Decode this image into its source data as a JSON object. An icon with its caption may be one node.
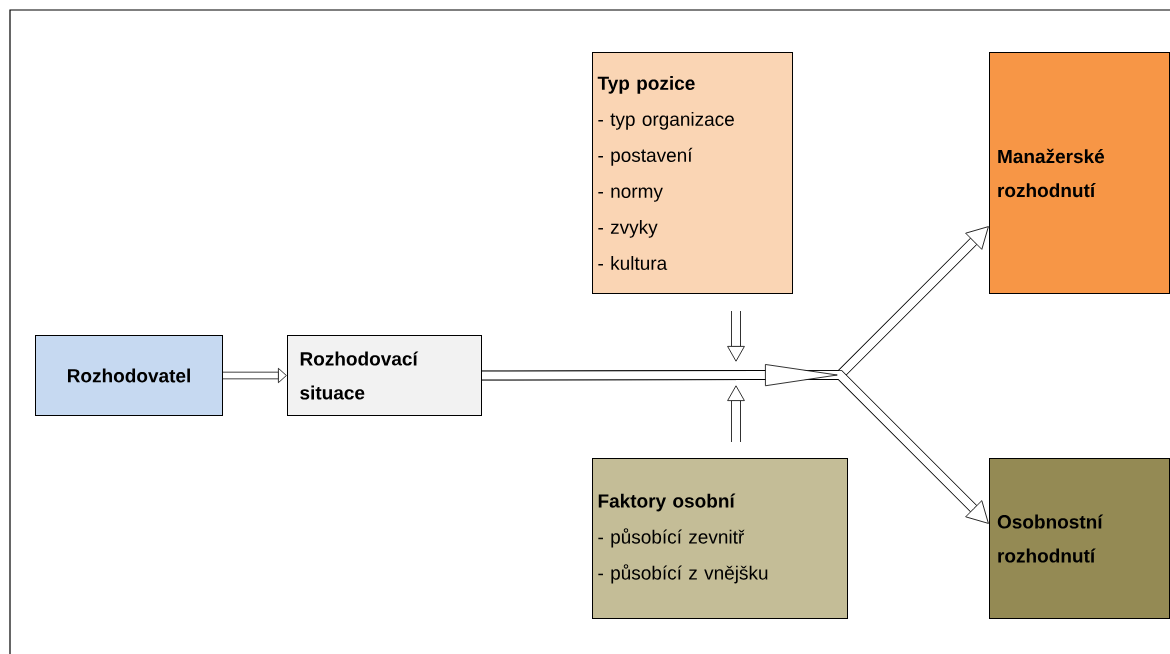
{
  "diagram": {
    "nodes": [
      {
        "text": [
          "Rozhodovatel"
        ]
      },
      {
        "text": [
          "Rozhodovací situace"
        ]
      },
      {
        "text": [
          "Typ pozice",
          "- typ organizace",
          "- postavení",
          "- normy",
          "- zvyky",
          "- kultura"
        ]
      },
      {
        "text": [
          "Manažerské rozhodnutí"
        ]
      },
      {
        "text": [
          "Faktory osobní",
          "- působící zevnitř",
          "- působící z vnějšku"
        ]
      },
      {
        "text": [
          "Osobnostní rozhodnutí"
        ]
      }
    ],
    "edges": [
      {
        "from": 0,
        "to": 1,
        "arrow": "to"
      },
      {
        "from": 1,
        "to": 3,
        "arrow": "to"
      },
      {
        "from": 1,
        "to": 5,
        "arrow": "to"
      },
      {
        "from": 2,
        "to": null,
        "arrow": "to"
      },
      {
        "from": 4,
        "to": null,
        "arrow": "to"
      }
    ]
  }
}
